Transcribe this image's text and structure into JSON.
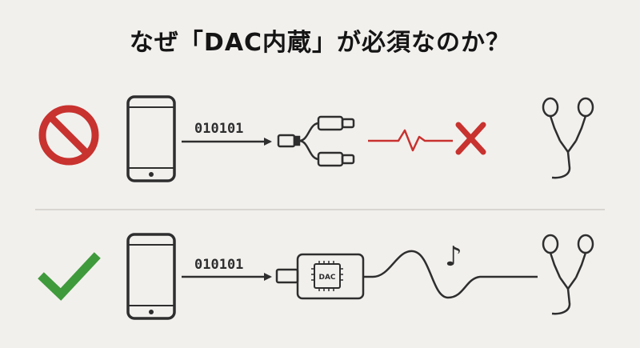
{
  "title": "なぜ「DAC内蔵」が必須なのか？",
  "rows": [
    {
      "status_icon": "prohibited-icon",
      "signal_label": "010101",
      "adapter": "y-splitter-cable-icon",
      "output": "broken-signal",
      "result_icon": "cross-icon"
    },
    {
      "status_icon": "checkmark-icon",
      "signal_label": "010101",
      "adapter": "dac-adapter-icon",
      "adapter_label": "DAC",
      "output": "analog-wave",
      "result_icon": "music-note-icon",
      "note_glyph": "♪"
    }
  ],
  "colors": {
    "bad": "#c8322f",
    "good": "#3f9a3c",
    "line": "#2e2e2e",
    "divider": "#cfccc7"
  }
}
